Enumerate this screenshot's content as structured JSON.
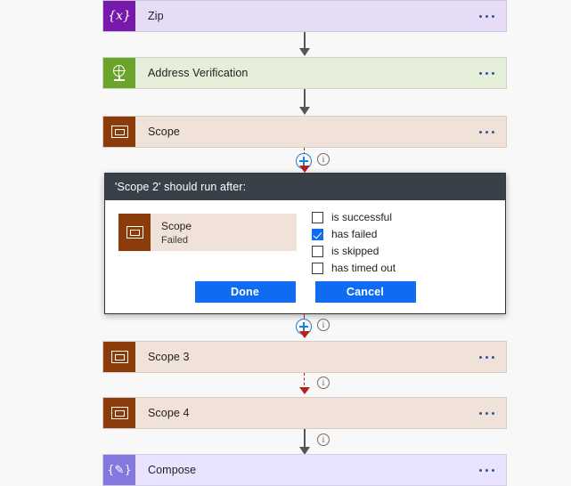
{
  "canvas": {
    "background": "#f8f8f8",
    "accent_blue": "#0f6cf0",
    "error_red": "#b42121",
    "header_dark": "#3a4049"
  },
  "flow": {
    "cards": [
      {
        "name": "Zip",
        "icon": "zip-expression-icon",
        "variant": "v-purple",
        "menu": "more-commands"
      },
      {
        "name": "Address Verification",
        "icon": "globe-icon",
        "variant": "v-green",
        "menu": "more-commands"
      },
      {
        "name": "Scope",
        "icon": "scope-icon",
        "variant": "v-brown",
        "menu": "more-commands"
      },
      {
        "name": "Scope 3",
        "icon": "scope-icon",
        "variant": "v-brown",
        "menu": "more-commands"
      },
      {
        "name": "Scope 4",
        "icon": "scope-icon",
        "variant": "v-brown",
        "menu": "more-commands"
      },
      {
        "name": "Compose",
        "icon": "compose-icon",
        "variant": "v-violet",
        "menu": "more-commands"
      }
    ],
    "glyphs": {
      "zip": "{x}",
      "compose": "{✎}",
      "info": "i"
    },
    "connectors": [
      {
        "style": "solid-gray",
        "has_plus": false,
        "has_info": false
      },
      {
        "style": "solid-gray",
        "has_plus": false,
        "has_info": false
      },
      {
        "style": "dashed-red",
        "has_plus": true,
        "has_info": true
      },
      {
        "style": "dashed-red",
        "has_plus": true,
        "has_info": true
      },
      {
        "style": "dashed-red",
        "has_plus": false,
        "has_info": true
      },
      {
        "style": "solid-gray",
        "has_plus": false,
        "has_info": true
      }
    ]
  },
  "dialog": {
    "title": "'Scope 2' should run after:",
    "source": {
      "name": "Scope",
      "status": "Failed",
      "icon": "scope-icon"
    },
    "options": [
      {
        "label": "is successful",
        "checked": false
      },
      {
        "label": "has failed",
        "checked": true
      },
      {
        "label": "is skipped",
        "checked": false
      },
      {
        "label": "has timed out",
        "checked": false
      }
    ],
    "buttons": {
      "done": "Done",
      "cancel": "Cancel"
    }
  }
}
